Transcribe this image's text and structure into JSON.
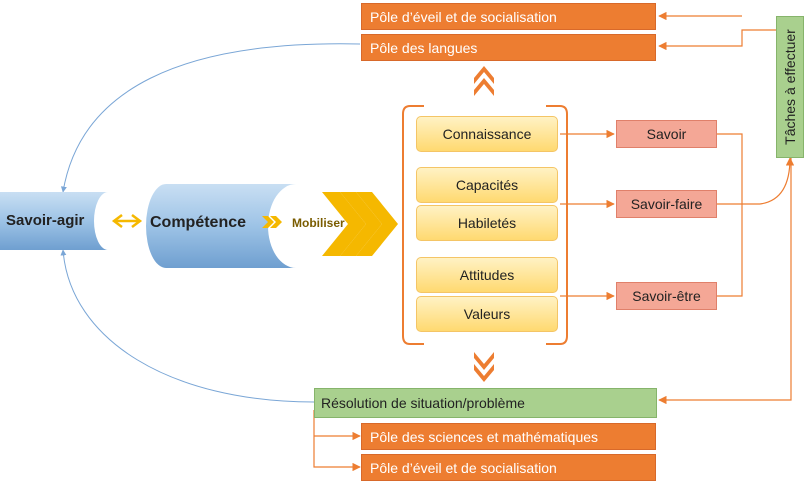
{
  "top_poles": [
    "Pôle d’éveil et de socialisation",
    "Pôle des langues"
  ],
  "bottom_poles": [
    "Pôle des sciences et mathématiques",
    "Pôle d’éveil et de socialisation"
  ],
  "taches": "Tâches à effectuer",
  "savoir_agir": "Savoir-agir",
  "competence": "Compétence",
  "mobiliser": "Mobiliser",
  "resources": [
    "Connaissance",
    "Capacités",
    "Habiletés",
    "Attitudes",
    "Valeurs"
  ],
  "savoirs": [
    "Savoir",
    "Savoir-faire",
    "Savoir-être"
  ],
  "resolution": "Résolution de situation/problème",
  "colors": {
    "orange": "#ed7d31",
    "salmon": "#f4a796",
    "yellow": "#ffd970",
    "green": "#a9d08e",
    "blue": "#9dc3e6",
    "chevron": "#f5b800",
    "link_blue": "#7aa6d6"
  }
}
